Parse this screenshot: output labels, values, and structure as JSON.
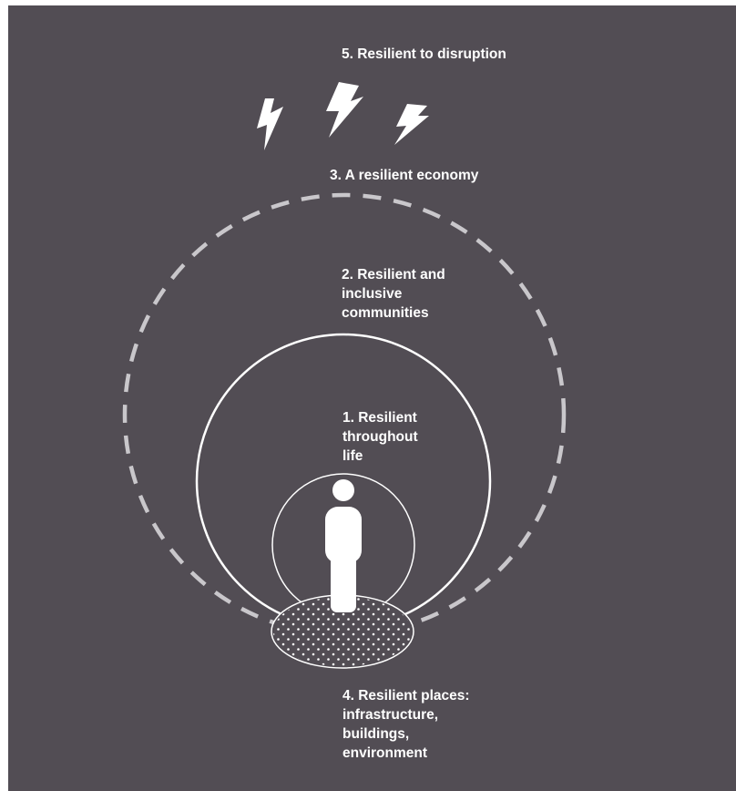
{
  "diagram": {
    "colors": {
      "background": "#524d54",
      "foreground": "#ffffff",
      "dashed_ring": "#c9c7cb"
    },
    "labels": {
      "disruption": "5. Resilient to disruption",
      "economy": "3. A resilient economy",
      "communities": "2. Resilient and\ninclusive\ncommunities",
      "life": "1. Resilient\nthroughout\nlife",
      "places": "4. Resilient places:\ninfrastructure,\nbuildings,\nenvironment"
    },
    "icons": [
      "lightning-bolt-icon",
      "lightning-bolt-icon",
      "lightning-bolt-icon",
      "person-icon"
    ]
  }
}
